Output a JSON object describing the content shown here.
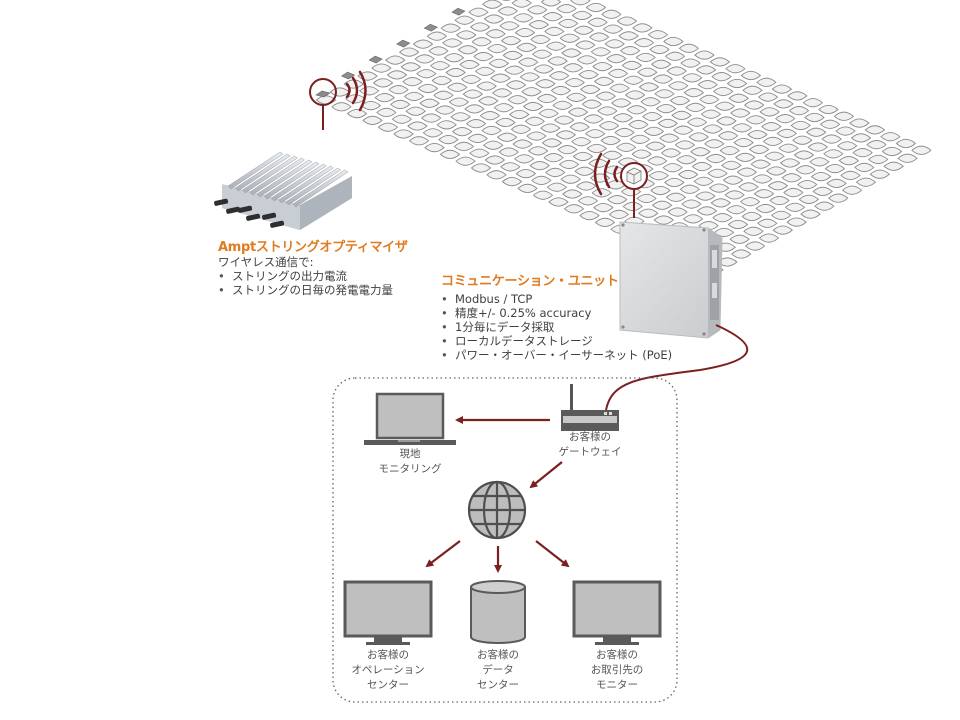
{
  "colors": {
    "accent_orange": "#e07b20",
    "arrow_red": "#7a2020",
    "device_gray": "#c2c2c2",
    "device_outline": "#5a5a5a"
  },
  "optimizer": {
    "title": "Amptストリングオプティマイザ",
    "intro": "ワイヤレス通信で:",
    "bullets": [
      "ストリングの出力電流",
      "ストリングの日毎の発電電力量"
    ]
  },
  "comm_unit": {
    "title": "コミュニケーション・ユニット",
    "bullets": [
      "Modbus / TCP",
      "精度+/- 0.25% accuracy",
      "1分毎にデータ採取",
      "ローカルデータストレージ",
      "パワー・オーバー・イーサーネット (PoE)"
    ]
  },
  "network": {
    "local_monitoring": [
      "現地",
      "モニタリング"
    ],
    "gateway": [
      "お客様の",
      "ゲートウェイ"
    ],
    "operation_center": [
      "お客様の",
      "オペレーション",
      "センター"
    ],
    "data_center": [
      "お客様の",
      "データ",
      "センター"
    ],
    "partner_monitor": [
      "お客様の",
      "お取引先の",
      "モニター"
    ]
  },
  "icons": {
    "optimizer": "optimizer-device-icon",
    "comm_box": "communication-unit-icon",
    "router": "router-icon",
    "laptop": "laptop-icon",
    "globe": "globe-icon",
    "monitor": "monitor-icon",
    "database": "database-icon",
    "wireless": "wireless-signal-icon"
  }
}
